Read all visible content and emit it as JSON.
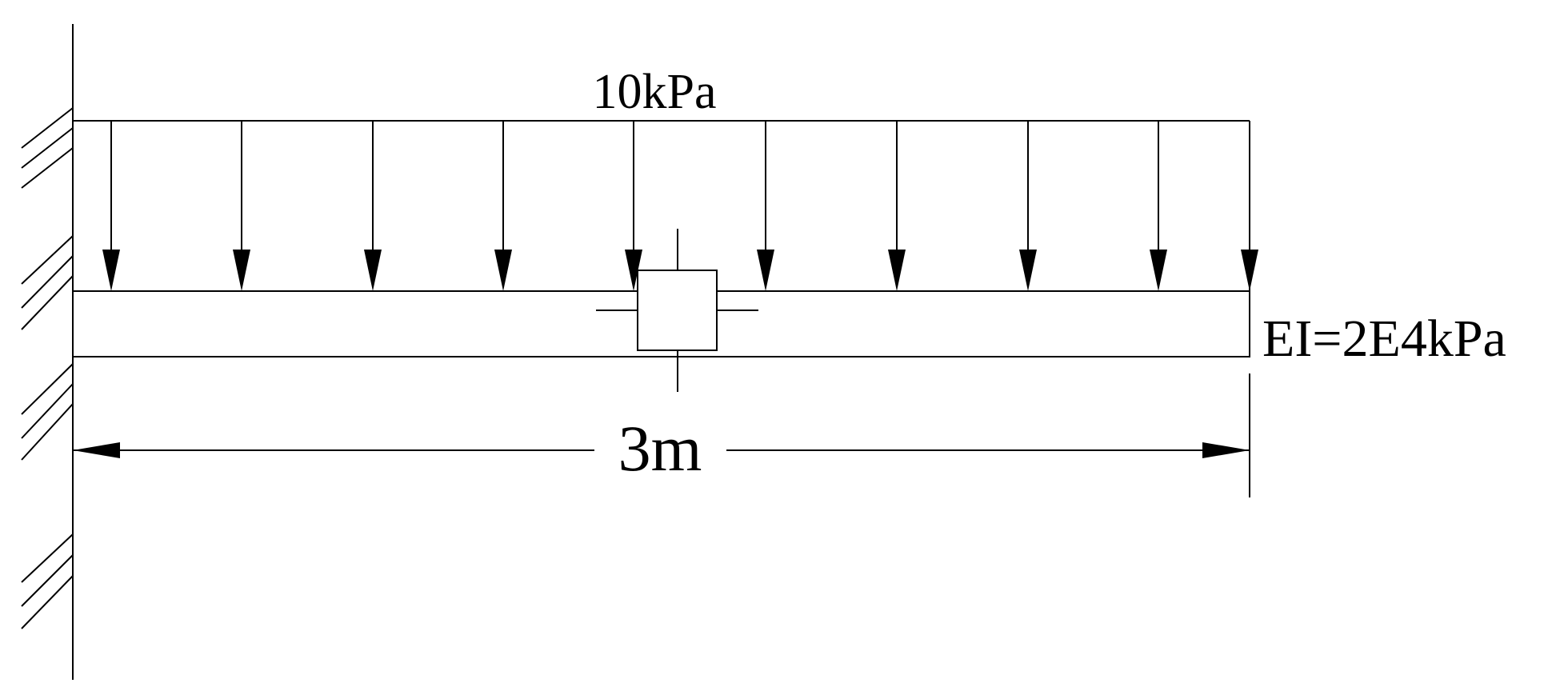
{
  "load": {
    "label": "10kPa",
    "arrow_count": 10
  },
  "beam": {
    "stiffness_label": "EI=2E4kPa"
  },
  "dimension": {
    "label": "3m"
  },
  "support": {
    "type": "fixed wall"
  },
  "colors": {
    "ink": "#000000",
    "background": "#ffffff"
  }
}
